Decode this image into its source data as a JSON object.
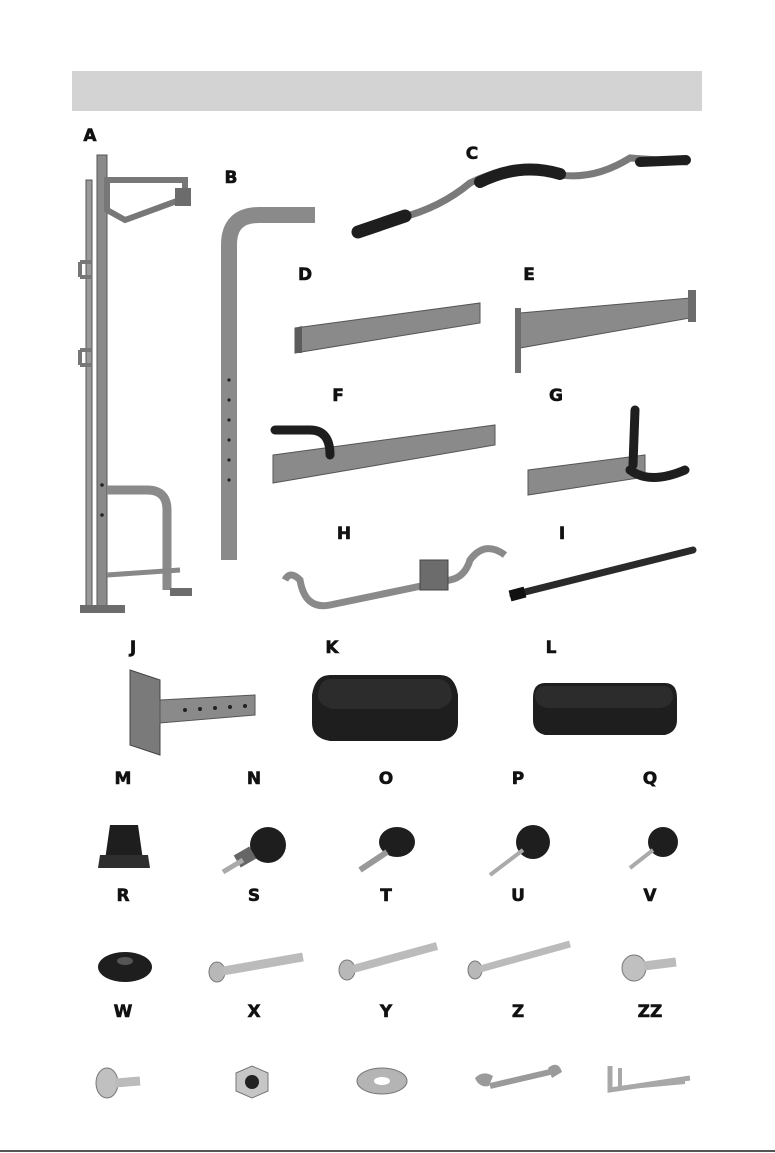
{
  "header": {
    "title": ""
  },
  "colors": {
    "metal": "#8a8a8a",
    "metal_dark": "#5c5c5c",
    "rubber": "#1e1e1e",
    "header_bar": "#d3d3d3"
  },
  "parts": [
    {
      "label": "A",
      "icon": "frame-tower-icon"
    },
    {
      "label": "B",
      "icon": "l-post-icon"
    },
    {
      "label": "C",
      "icon": "curl-bar-icon"
    },
    {
      "label": "D",
      "icon": "channel-bar-icon"
    },
    {
      "label": "E",
      "icon": "bracket-bar-icon"
    },
    {
      "label": "F",
      "icon": "handle-tube-icon"
    },
    {
      "label": "G",
      "icon": "t-handle-bracket-icon"
    },
    {
      "label": "H",
      "icon": "bent-handle-bar-icon"
    },
    {
      "label": "I",
      "icon": "straight-bar-icon"
    },
    {
      "label": "J",
      "icon": "wall-plate-bracket-icon"
    },
    {
      "label": "K",
      "icon": "seat-pad-icon"
    },
    {
      "label": "L",
      "icon": "back-pad-icon"
    },
    {
      "label": "M",
      "icon": "end-cap-icon"
    },
    {
      "label": "N",
      "icon": "pop-pin-knob-icon"
    },
    {
      "label": "O",
      "icon": "spring-knob-icon"
    },
    {
      "label": "P",
      "icon": "long-star-knob-icon"
    },
    {
      "label": "Q",
      "icon": "short-star-knob-icon"
    },
    {
      "label": "R",
      "icon": "star-nut-icon"
    },
    {
      "label": "S",
      "icon": "long-bolt-icon"
    },
    {
      "label": "T",
      "icon": "carriage-bolt-icon"
    },
    {
      "label": "U",
      "icon": "hex-bolt-icon"
    },
    {
      "label": "V",
      "icon": "short-screw-icon"
    },
    {
      "label": "W",
      "icon": "flat-screw-icon"
    },
    {
      "label": "X",
      "icon": "lock-nut-icon"
    },
    {
      "label": "Y",
      "icon": "washer-icon"
    },
    {
      "label": "Z",
      "icon": "wrench-icon"
    },
    {
      "label": "ZZ",
      "icon": "allen-keys-icon"
    }
  ]
}
